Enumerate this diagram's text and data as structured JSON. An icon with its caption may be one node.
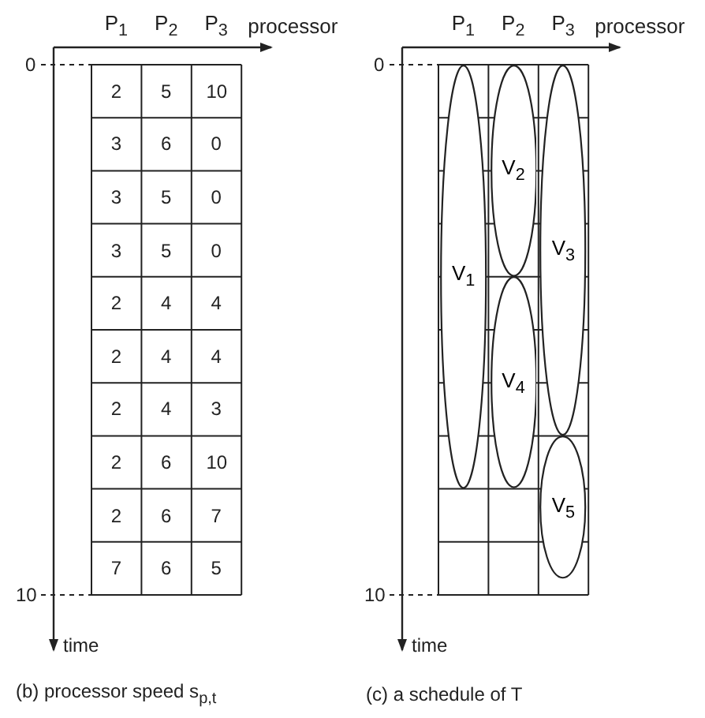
{
  "diagram": {
    "nodes": [
      {
        "text": [
          "V$_{1}$"
        ]
      },
      {
        "text": [
          "V$_{2}$"
        ]
      },
      {
        "text": [
          "V$_{3}$"
        ]
      },
      {
        "text": [
          "V$_{4}$"
        ]
      },
      {
        "text": [
          "V$_{5}$"
        ]
      }
    ],
    "labels": [
      "P$_{1}$",
      "P$_{2}$",
      "P$_{3}$",
      "processor",
      "0",
      "2",
      "5",
      "10",
      "3",
      "6",
      "0",
      "3",
      "5",
      "0",
      "3",
      "5",
      "0",
      "2",
      "4",
      "4",
      "2",
      "4",
      "4",
      "2",
      "4",
      "3",
      "2",
      "6",
      "10",
      "2",
      "6",
      "7",
      "7",
      "6",
      "5",
      "10",
      "time",
      "(b) processor speed s$_{p,t}$",
      "P$_{1}$",
      "P$_{2}$",
      "P$_{3}$",
      "processor",
      "0",
      "10",
      "time",
      "(c) a schedule of T"
    ]
  }
}
